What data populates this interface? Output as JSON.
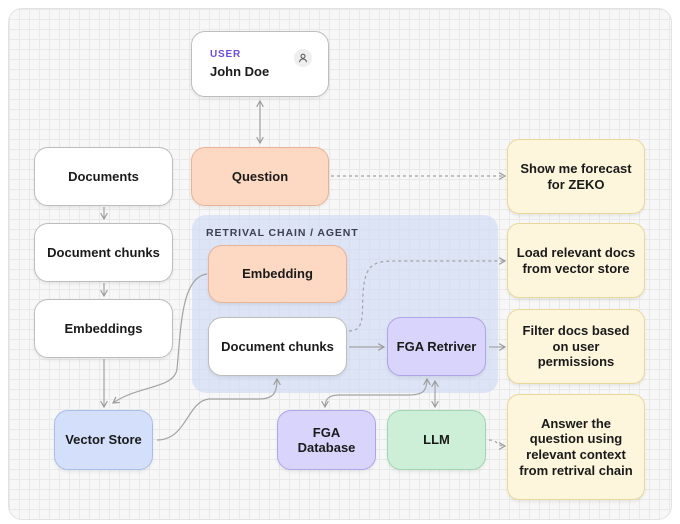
{
  "user": {
    "role": "USER",
    "name": "John Doe",
    "icon": "person-icon"
  },
  "group": {
    "label": "RETRIVAL CHAIN / AGENT"
  },
  "nodes": {
    "documents": "Documents",
    "document_chunks_left": "Document chunks",
    "embeddings": "Embeddings",
    "vector_store": "Vector Store",
    "question": "Question",
    "embedding": "Embedding",
    "document_chunks_center": "Document chunks",
    "fga_retriever": "FGA Retriver",
    "fga_database": "FGA Database",
    "llm": "LLM"
  },
  "notes": {
    "forecast": "Show me forecast for ZEKO",
    "load_docs": "Load relevant docs from vector store",
    "filter_docs": "Filter docs based on user permissions",
    "answer": "Answer the question using relevant context from retrival chain"
  },
  "colors": {
    "orange": "#fdd9c4",
    "violet": "#d9d4fb",
    "blue": "#d4e0fb",
    "green": "#cdefd8",
    "note": "#fdf6dd",
    "accent": "#6b4ee0"
  }
}
